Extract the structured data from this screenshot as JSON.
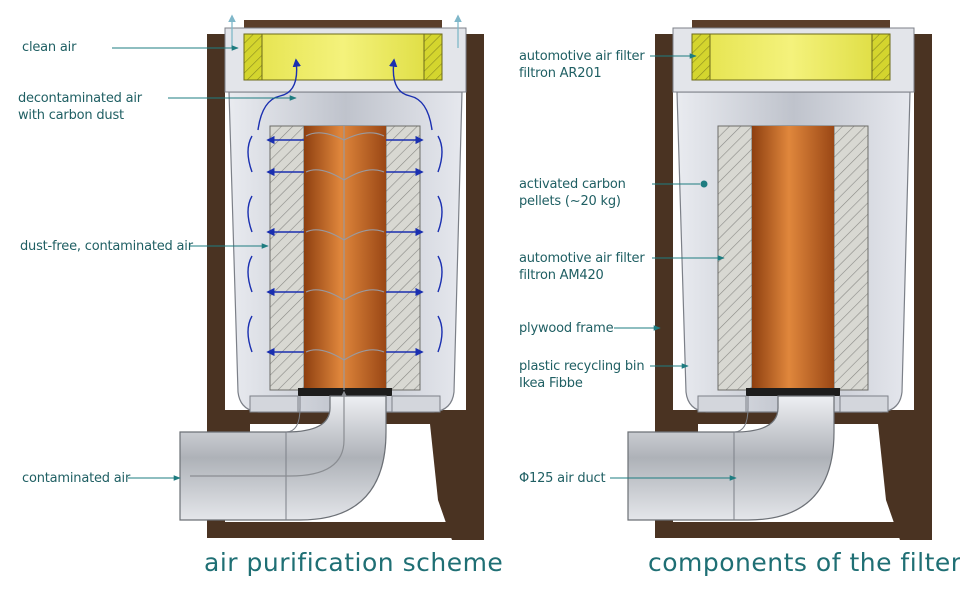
{
  "colors": {
    "callout_text": "#1f5f63",
    "leader_line": "#1e7c80",
    "flow_arrows": "#1a2fb0",
    "clean_air_arrows": "#7fb7c9",
    "plywood": "#4a3322",
    "bin_plastic": "#d2d5dc",
    "carbon_cartridge": "#c6651e",
    "prefilter": "#d6d6d0",
    "outlet_filter": "#cfd22d",
    "duct": "#c4c7cc"
  },
  "left_panel": {
    "caption": "air purification scheme",
    "labels": {
      "clean_air": "clean air",
      "decontaminated_air": "decontaminated air\nwith carbon dust",
      "dust_free_air": "dust-free, contaminated air",
      "contaminated_air": "contaminated air"
    }
  },
  "right_panel": {
    "caption": "components of the filter",
    "labels": {
      "outlet_filter": "automotive air filter\nfiltron AR201",
      "carbon": "activated carbon\npellets (~20 kg)",
      "inner_filter": "automotive air filter\nfiltron AM420",
      "frame": "plywood frame",
      "bin": "plastic recycling bin\nIkea Fibbe",
      "duct": "Φ125 air duct"
    }
  }
}
